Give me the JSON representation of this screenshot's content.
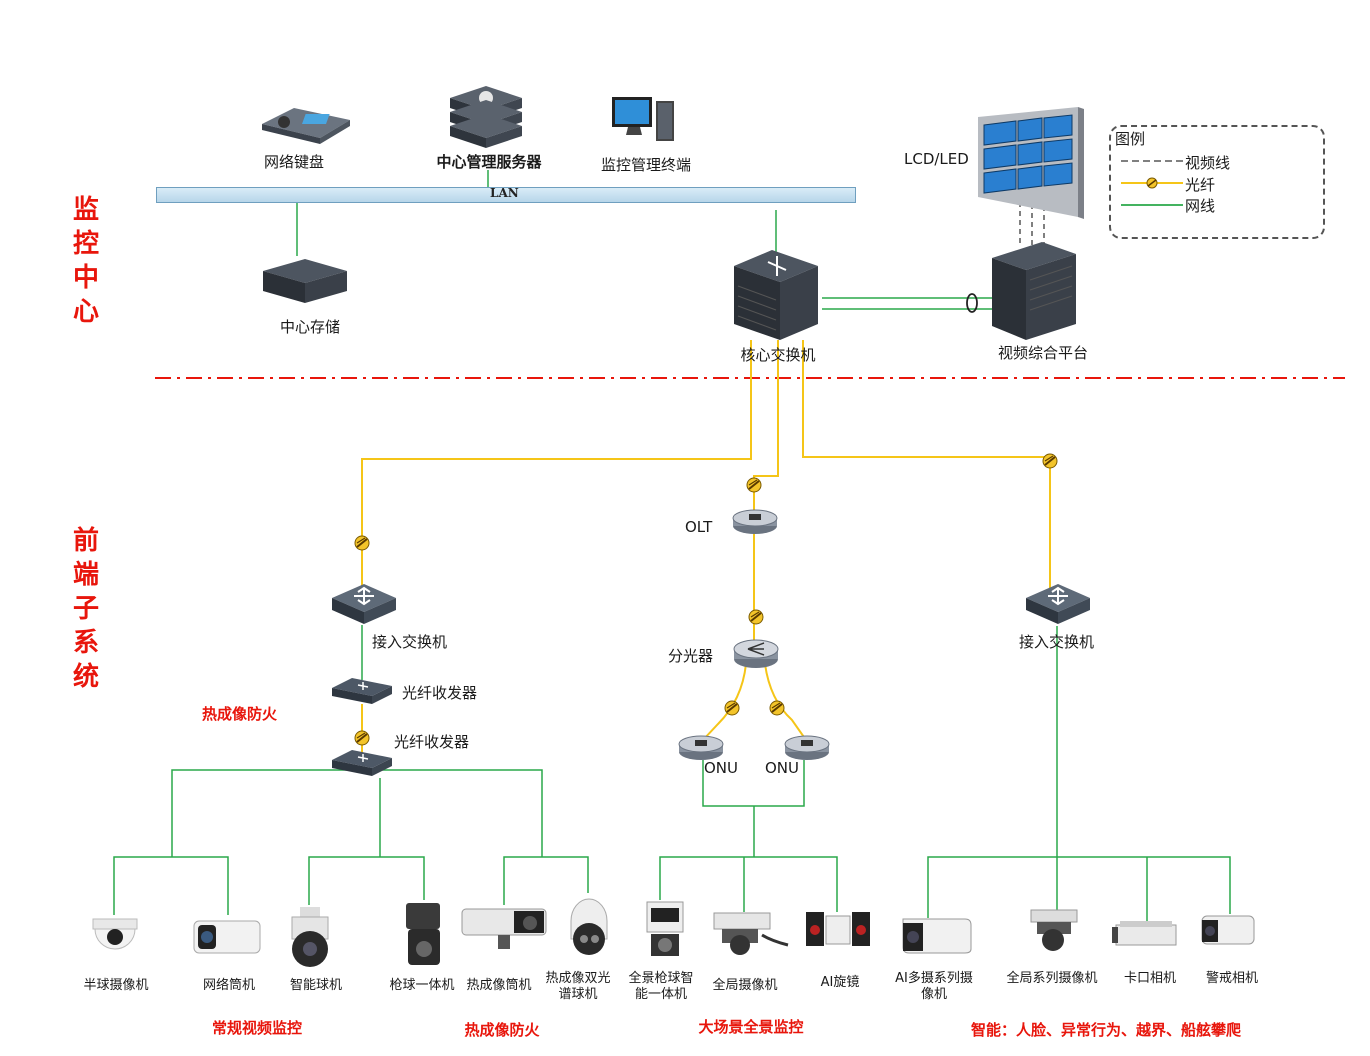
{
  "sections": {
    "center_title": "监控中心",
    "front_title": "前端子系统"
  },
  "lan_label": "LAN",
  "center_devices": {
    "keyboard": "网络键盘",
    "server": "中心管理服务器",
    "terminal": "监控管理终端",
    "storage": "中心存储",
    "core_switch": "核心交换机",
    "video_wall": "LCD/LED",
    "video_platform": "视频综合平台"
  },
  "legend": {
    "title": "图例",
    "items": [
      {
        "label": "视频线",
        "color": "#808080"
      },
      {
        "label": "光纤",
        "color": "#f5c518"
      },
      {
        "label": "网线",
        "color": "#2aa84a"
      }
    ]
  },
  "front_devices": {
    "access_switch_left": "接入交换机",
    "transceiver_1": "光纤收发器",
    "transceiver_2": "光纤收发器",
    "thermal_fire_label": "热成像防火",
    "olt": "OLT",
    "splitter": "分光器",
    "onu_1": "ONU",
    "onu_2": "ONU",
    "access_switch_right": "接入交换机"
  },
  "cameras": [
    {
      "label": "半球摄像机"
    },
    {
      "label": "网络筒机"
    },
    {
      "label": "智能球机"
    },
    {
      "label": "枪球一体机"
    },
    {
      "label": "热成像筒机"
    },
    {
      "label_line1": "热成像双光",
      "label_line2": "谱球机"
    },
    {
      "label_line1": "全景枪球智",
      "label_line2": "能一体机"
    },
    {
      "label": "全局摄像机"
    },
    {
      "label": "AI旋镜"
    },
    {
      "label_line1": "AI多摄系列摄",
      "label_line2": "像机"
    },
    {
      "label": "全局系列摄像机"
    },
    {
      "label": "卡口相机"
    },
    {
      "label": "警戒相机"
    }
  ],
  "groups": {
    "regular": "常规视频监控",
    "thermal": "热成像防火",
    "panorama": "大场景全景监控",
    "smart": "智能：人脸、异常行为、越界、船舷攀爬"
  },
  "colors": {
    "net_line": "#2aa84a",
    "fiber_line": "#f5c518",
    "video_line": "#808080",
    "divider": "#e8160c",
    "title_red": "#e8160c"
  }
}
